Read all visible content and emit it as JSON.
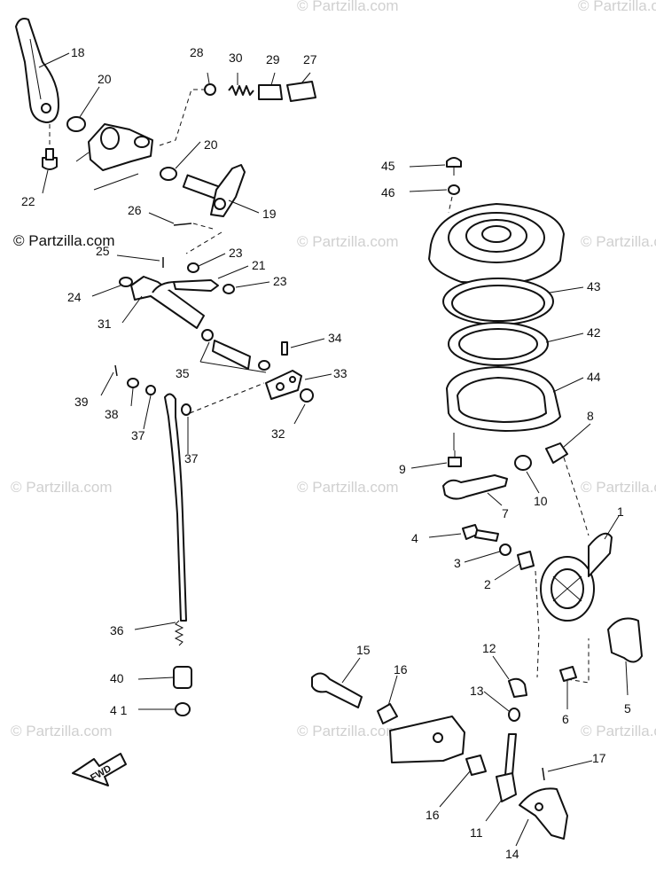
{
  "watermark": "© Partzilla.com",
  "fwd_label": "FWD",
  "callouts": {
    "c1": "1",
    "c2": "2",
    "c3": "3",
    "c4": "4",
    "c5": "5",
    "c6": "6",
    "c7": "7",
    "c8": "8",
    "c9": "9",
    "c10": "10",
    "c11": "11",
    "c12": "12",
    "c13": "13",
    "c14": "14",
    "c15": "15",
    "c16a": "16",
    "c16b": "16",
    "c17": "17",
    "c18": "18",
    "c19": "19",
    "c20a": "20",
    "c20b": "20",
    "c21": "21",
    "c22": "22",
    "c23a": "23",
    "c23b": "23",
    "c24": "24",
    "c25": "25",
    "c26": "26",
    "c27": "27",
    "c28": "28",
    "c29": "29",
    "c30": "30",
    "c31": "31",
    "c32": "32",
    "c33": "33",
    "c34": "34",
    "c35": "35",
    "c36": "36",
    "c37a": "37",
    "c37b": "37",
    "c38": "38",
    "c39": "39",
    "c40": "40",
    "c41": "4 1",
    "c42": "42",
    "c43": "43",
    "c44": "44",
    "c45": "45",
    "c46": "46"
  }
}
